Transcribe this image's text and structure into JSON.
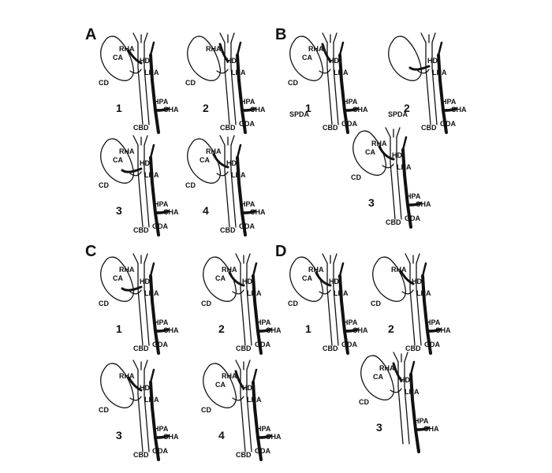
{
  "colors": {
    "ink": "#111111",
    "paper": "#ffffff"
  },
  "panels": [
    {
      "letter": "A",
      "variants": [
        {
          "number": "1",
          "labels": [
            "RHA",
            "CA",
            "HD",
            "LHA",
            "CD",
            "HPA",
            "CHA",
            "CBD"
          ]
        },
        {
          "number": "2",
          "labels": [
            "RHA",
            "HD",
            "LHA",
            "CD",
            "HPA",
            "CHA",
            "CBD",
            "GDA"
          ]
        },
        {
          "number": "3",
          "labels": [
            "RHA",
            "CA",
            "HD",
            "LHA",
            "CD",
            "HPA",
            "CHA",
            "CBD",
            "GDA"
          ]
        },
        {
          "number": "4",
          "labels": [
            "RHA",
            "CA",
            "HD",
            "LHA",
            "CD",
            "HPA",
            "CHA",
            "CBD",
            "GDA"
          ]
        }
      ]
    },
    {
      "letter": "B",
      "variants": [
        {
          "number": "1",
          "labels": [
            "RHA",
            "CA",
            "HD",
            "LHA",
            "CD",
            "HPA",
            "CHA",
            "SPDA",
            "CBD",
            "GDA"
          ]
        },
        {
          "number": "2",
          "labels": [
            "HD",
            "LHA",
            "HPA",
            "CHA",
            "SPDA",
            "CBD",
            "GDA"
          ]
        },
        {
          "number": "3",
          "labels": [
            "RHA",
            "CA",
            "HD",
            "LHA",
            "CD",
            "HPA",
            "CHA",
            "CBD",
            "GDA"
          ]
        }
      ]
    },
    {
      "letter": "C",
      "variants": [
        {
          "number": "1",
          "labels": [
            "RHA",
            "HD",
            "LHA",
            "CA",
            "CD",
            "HPA",
            "CHA",
            "CBD",
            "GDA"
          ]
        },
        {
          "number": "2",
          "labels": [
            "RHA",
            "HD",
            "LHA",
            "CA",
            "CD",
            "HPA",
            "CHA",
            "CBD",
            "GDA"
          ]
        },
        {
          "number": "3",
          "labels": [
            "RHA",
            "HD",
            "LHA",
            "CD",
            "HPA",
            "CHA",
            "GDA",
            "CBD"
          ]
        },
        {
          "number": "4",
          "labels": [
            "RHA",
            "HD",
            "LHA",
            "CA",
            "CD",
            "HPA",
            "CHA",
            "CBD",
            "GDA"
          ]
        }
      ]
    },
    {
      "letter": "D",
      "variants": [
        {
          "number": "1",
          "labels": [
            "RHA",
            "CA",
            "HD",
            "LHA",
            "CD",
            "HPA",
            "CHA",
            "CBD",
            "GDA"
          ]
        },
        {
          "number": "2",
          "labels": [
            "RHA",
            "HD",
            "LHA",
            "CD",
            "HPA",
            "CHA",
            "CBD",
            "GDA"
          ]
        },
        {
          "number": "3",
          "labels": [
            "RHA",
            "CA",
            "HD",
            "LHA",
            "CD",
            "HPA",
            "CHA"
          ]
        }
      ]
    }
  ]
}
